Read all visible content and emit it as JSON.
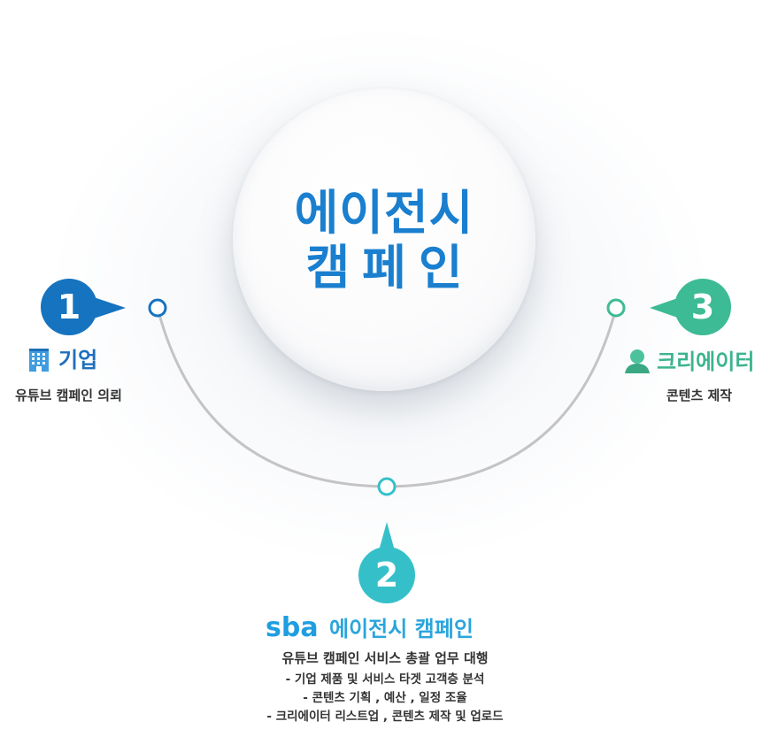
{
  "center": {
    "line1": "에이전시",
    "line2": "캠페인"
  },
  "nodes": [
    {
      "number": "1",
      "label": "기업",
      "icon": "building-icon",
      "color": "#1673bf",
      "description": "유튜브 캠페인 의뢰"
    },
    {
      "number": "2",
      "label": "에이전시 캠페인",
      "logo_text": "sba",
      "icon": "sba-logo",
      "color": "#35c0c9",
      "description_title": "유튜브 캠페인 서비스 총괄 업무 대행",
      "description_lines": [
        "- 기업 제품 및 서비스 타겟 고객층 분석",
        "- 콘텐츠 기획 , 예산 , 일정 조율",
        "- 크리에이터 리스트업 , 콘텐츠 제작 및 업로드"
      ]
    },
    {
      "number": "3",
      "label": "크리에이터",
      "icon": "user-icon",
      "color": "#3dbb94",
      "description": "콘텐츠 제작"
    }
  ],
  "colors": {
    "center_text": "#1a7fcf",
    "arc": "#c4c4c4",
    "dot_left": "#1673bf",
    "dot_bottom": "#35c0c9",
    "dot_right": "#3dbb94"
  }
}
